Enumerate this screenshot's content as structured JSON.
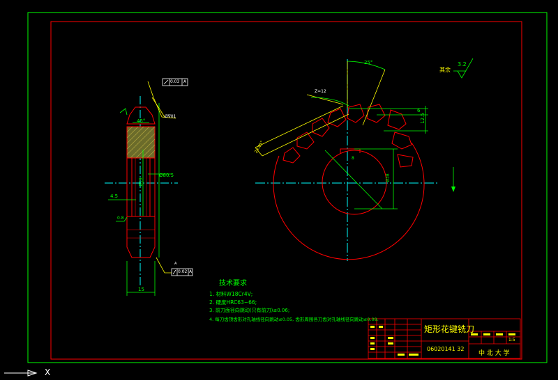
{
  "colors": {
    "background": "#000000",
    "outline": "#ff0000",
    "dimension": "#00ff00",
    "hatch": "#b5a642",
    "leader": "#ffff00",
    "centerline": "#00ffff",
    "ucs": "#ffffff",
    "section_fill": "#6b6b2a"
  },
  "title_block": {
    "part_title": "矩形花键铣刀",
    "drawing_no": "06020141 32",
    "school": "中 北 大 学",
    "scale": "1:5"
  },
  "tech_requirements": {
    "heading": "技术要求",
    "items": [
      "1. 材料W18Cr4V;",
      "2. 硬度HRC63~66;",
      "3. 前刀面径向跳动(只有前刀)≤0.06;",
      "4. 每刀齿顶齿形对孔轴线径向跳动≤0.05, 齿形周围各刀齿对孔轴线径向跳动≤0.09."
    ]
  },
  "side_view": {
    "top_angle": "45°",
    "dim_width": "15",
    "dim_4_5": "4.5",
    "dim_dia": "Ø80.5",
    "dim_inner": "Ø19",
    "gdt_top": "0.03",
    "gdt_top_datum": "A",
    "gdt_bottom": "0.02",
    "gdt_bottom_datum": "A",
    "datum_label": "A",
    "chamfer_label": "Ø∇01",
    "roughness_side": "0.8"
  },
  "front_view": {
    "angle_top": "25°",
    "leader_note": "Z=12",
    "dim_6": "6",
    "dim_12_5": "12.5",
    "dim_key": "8",
    "dim_bore": "Ø38",
    "dim_chamfer": "2×45°"
  },
  "roughness_note": {
    "label": "其余",
    "value": "3.2"
  },
  "ucs": {
    "x_label": "X"
  }
}
